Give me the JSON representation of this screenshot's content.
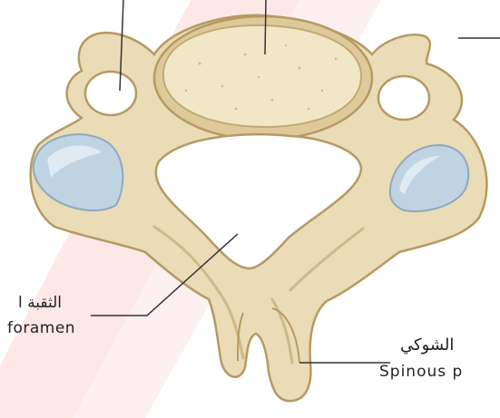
{
  "labels": {
    "vertebral_foramen_ar": "الثقبة ا",
    "vertebral_foramen_en": "foramen",
    "spinous_process_ar": "الشوكي",
    "spinous_process_en": "Spinous p"
  },
  "colors": {
    "bone_fill": "#e9dcb6",
    "bone_outline": "#b69a62",
    "bone_shadow": "#cdb98a",
    "body_surface": "#f1e7c7",
    "cartilage_fill": "#bfd3e3",
    "cartilage_highlight": "#dfeaf3",
    "watermark": "#fbe5e5",
    "leader_line": "#333333"
  }
}
